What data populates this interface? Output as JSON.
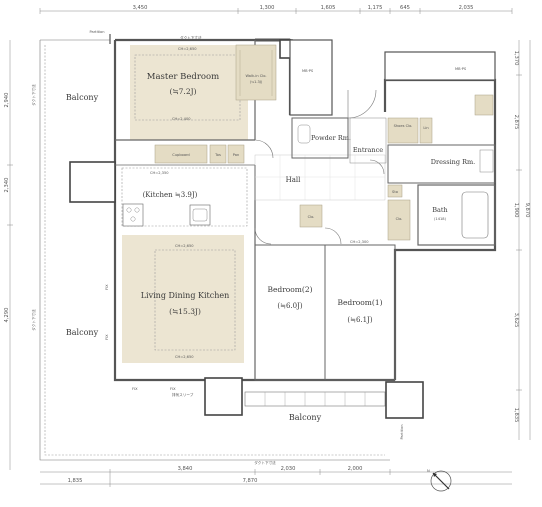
{
  "rooms": {
    "master_bedroom": "Master Bedroom",
    "master_bedroom_area": "(≒7.2J)",
    "walkin_closet": "Walk-in Clo.",
    "walkin_area": "(≒1.3J)",
    "balcony_left_top": "Balcony",
    "balcony_left_bottom": "Balcony",
    "balcony_bottom": "Balcony",
    "mbps_left": "MB·PS",
    "mbps_right": "MB·PS",
    "powder_room": "Powder Rm.",
    "entrance": "Entrance",
    "dressing_room": "Dressing Rm.",
    "bath": "Bath",
    "bath_size": "(1418)",
    "hall": "Hall",
    "kitchen": "Kitchen",
    "kitchen_area": "(Kitchen ≒3.9J)",
    "ldk": "Living Dining Kitchen",
    "ldk_area": "(≒15.3J)",
    "bedroom2": "Bedroom(2)",
    "bedroom2_area": "(≒6.0J)",
    "bedroom1": "Bedroom(1)",
    "bedroom1_area": "(≒6.1J)",
    "cupboard": "Cupboard",
    "tos": "Tos",
    "pan": "Pan",
    "clo": "Clo.",
    "sto": "Sto",
    "lin": "Lin",
    "shoes_clo": "Shoes Clo.",
    "fix": "FIX",
    "partition": "Partition",
    "duct_label": "排気スリーブ"
  },
  "dimensions": {
    "top": [
      "3,450",
      "1,300",
      "1,605",
      "1,175",
      "645",
      "2,035"
    ],
    "bottom": [
      "3,840",
      "2,030",
      "2,000"
    ],
    "bottom_total": "7,870",
    "bottom_left": "1,835",
    "right": [
      "1,370",
      "2,875",
      "1,900",
      "3,625",
      "1,835"
    ],
    "right_total": "9,870",
    "left": [
      "2,940",
      "2,340",
      "4,290"
    ],
    "ceiling_heights": [
      "CH=2,650",
      "CH=2,400",
      "CH=2,350",
      "CH=2,300"
    ]
  },
  "annotations": {
    "top_eave": "ダクト下寸法",
    "left_eave_1": "ダクト下寸法",
    "left_eave_2": "ダクト下寸法",
    "bottom_eave": "ダクト下寸法"
  },
  "compass": {
    "label": "N"
  }
}
